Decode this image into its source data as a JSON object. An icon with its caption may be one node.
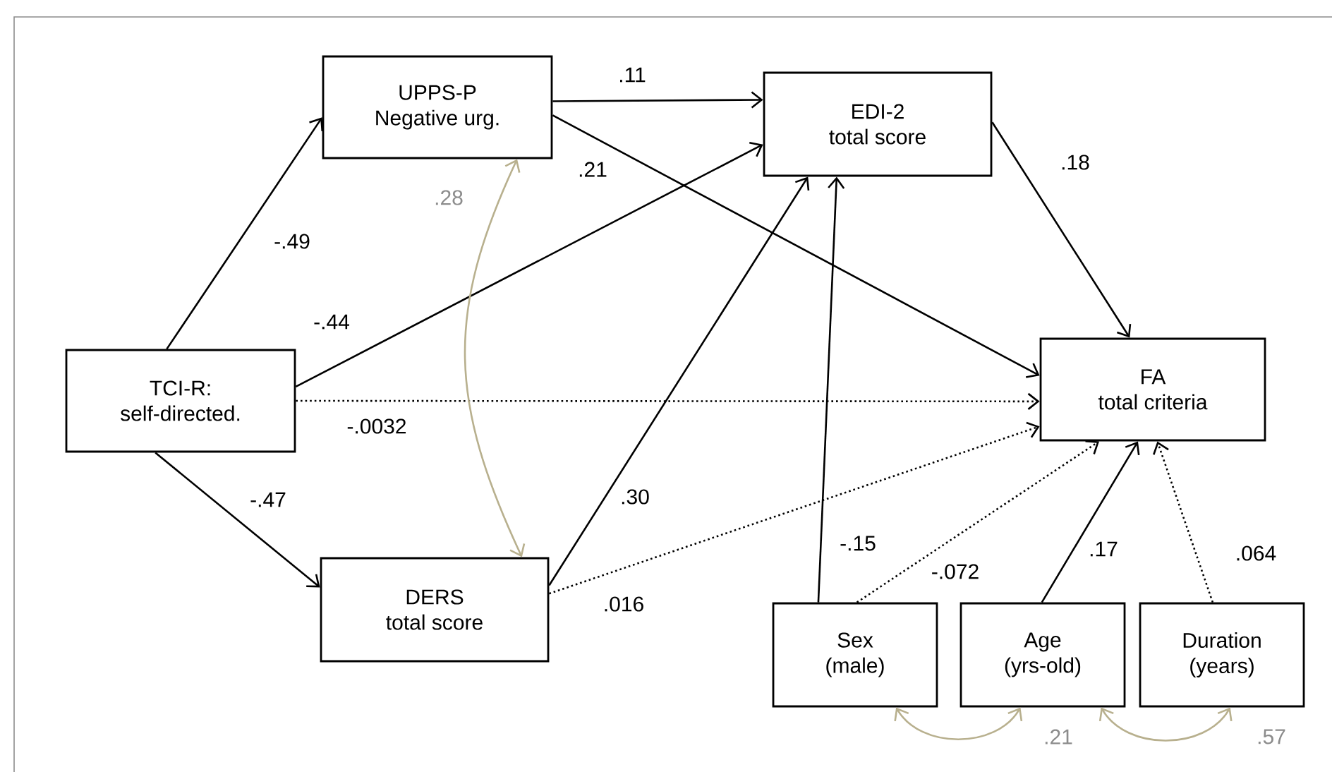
{
  "diagram": {
    "nodes": [
      {
        "text": [
          "UPPS-P",
          "Negative urg."
        ]
      },
      {
        "text": [
          "EDI-2",
          "total score"
        ]
      },
      {
        "text": [
          "TCI-R:",
          "self-directed."
        ]
      },
      {
        "text": [
          "FA",
          "total criteria"
        ]
      },
      {
        "text": [
          "DERS",
          "total score"
        ]
      },
      {
        "text": [
          "Sex",
          "(male)"
        ]
      },
      {
        "text": [
          "Age",
          "(yrs-old)"
        ]
      },
      {
        "text": [
          "Duration",
          "(years)"
        ]
      }
    ],
    "edges": [
      {
        "from": 2,
        "to": 0,
        "arrow": "to",
        "label": "-.49"
      },
      {
        "from": 2,
        "to": 1,
        "arrow": "to",
        "label": "-.44"
      },
      {
        "from": 2,
        "to": 3,
        "arrow": "to",
        "label": "-.0032",
        "style": "dashed"
      },
      {
        "from": 2,
        "to": 4,
        "arrow": "to",
        "label": "-.47"
      },
      {
        "from": 0,
        "to": 1,
        "arrow": "to",
        "label": ".11"
      },
      {
        "from": 0,
        "to": 3,
        "arrow": "to",
        "label": ".21"
      },
      {
        "from": 1,
        "to": 3,
        "arrow": "to",
        "label": ".18"
      },
      {
        "from": 4,
        "to": 1,
        "arrow": "to",
        "label": ".30"
      },
      {
        "from": 4,
        "to": 3,
        "arrow": "to",
        "label": ".016",
        "style": "dashed"
      },
      {
        "from": 5,
        "to": 1,
        "arrow": "to",
        "label": "-.15"
      },
      {
        "from": 5,
        "to": 3,
        "arrow": "to",
        "label": "-.072",
        "style": "dashed"
      },
      {
        "from": 6,
        "to": 3,
        "arrow": "to",
        "label": ".17"
      },
      {
        "from": 7,
        "to": 3,
        "arrow": "to",
        "label": ".064",
        "style": "dashed"
      },
      {
        "from": 0,
        "to": 4,
        "arrow": "both",
        "label": ".28",
        "color": "#b8b08e"
      },
      {
        "from": 5,
        "to": 6,
        "arrow": "both",
        "label": ".21",
        "color": "#b8b08e"
      },
      {
        "from": 6,
        "to": 7,
        "arrow": "both",
        "label": ".57",
        "color": "#b8b08e"
      }
    ]
  }
}
